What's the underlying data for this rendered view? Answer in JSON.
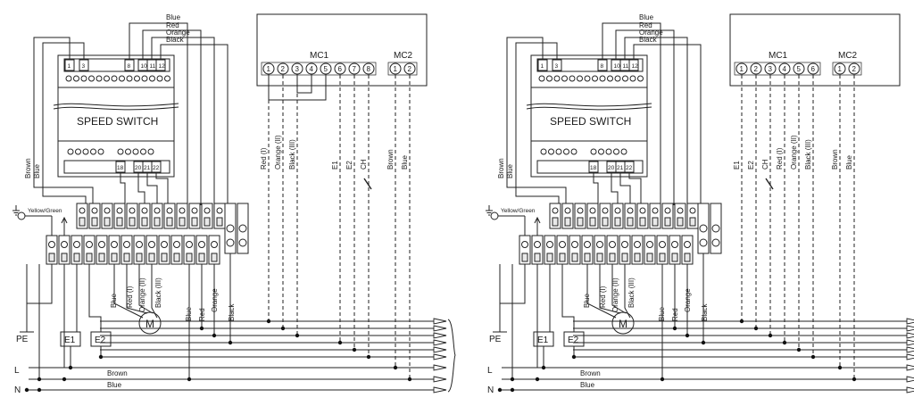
{
  "diagrams": [
    {
      "speed_switch_label": "SPEED SWITCH",
      "top_terminals": [
        "1",
        "3",
        "8",
        "10",
        "11",
        "12"
      ],
      "bottom_terminals": [
        "18",
        "20",
        "21",
        "22"
      ],
      "top_wire_labels": [
        "Blue",
        "Red",
        "Orange",
        "Black"
      ],
      "left_wire_labels": [
        "Brown",
        "Blue"
      ],
      "earth_label": "Yellow/Green",
      "mc1_label": "MC1",
      "mc2_label": "MC2",
      "mc1_terminals": [
        "1",
        "2",
        "3",
        "4",
        "5",
        "6",
        "7",
        "8"
      ],
      "mc2_terminals": [
        "1",
        "2"
      ],
      "mc_vertical_labels": [
        "Red (I)",
        "Orange (II)",
        "Black (III)",
        "E1",
        "E2",
        "CH",
        "Brown",
        "Blue"
      ],
      "motor_wire_labels": [
        "Blue",
        "Red (I)",
        "Orange (II)",
        "Black (III)"
      ],
      "motor_symbol": "M",
      "bottom_vertical_labels": [
        "Blue",
        "Red",
        "Orange",
        "Black"
      ],
      "heater_labels": [
        "E1",
        "E2"
      ],
      "pe_label": "PE",
      "l_label": "L",
      "n_label": "N",
      "bus_labels": [
        "Brown",
        "Blue"
      ]
    },
    {
      "speed_switch_label": "SPEED SWITCH",
      "top_terminals": [
        "1",
        "3",
        "8",
        "10",
        "11",
        "12"
      ],
      "bottom_terminals": [
        "18",
        "20",
        "21",
        "22"
      ],
      "top_wire_labels": [
        "Blue",
        "Red",
        "Orange",
        "Black"
      ],
      "left_wire_labels": [
        "Brown",
        "Blue"
      ],
      "earth_label": "Yellow/Green",
      "mc1_label": "MC1",
      "mc2_label": "MC2",
      "mc1_terminals": [
        "1",
        "2",
        "3",
        "4",
        "5",
        "6"
      ],
      "mc2_terminals": [
        "1",
        "2"
      ],
      "mc_vertical_labels": [
        "E1",
        "E2",
        "CH",
        "Red (I)",
        "Orange (II)",
        "Black (III)",
        "Brown",
        "Blue"
      ],
      "motor_wire_labels": [
        "Blue",
        "Red (I)",
        "Orange (II)",
        "Black (III)"
      ],
      "motor_symbol": "M",
      "bottom_vertical_labels": [
        "Blue",
        "Red",
        "Orange",
        "Black"
      ],
      "heater_labels": [
        "E1",
        "E2"
      ],
      "pe_label": "PE",
      "l_label": "L",
      "n_label": "N",
      "bus_labels": [
        "Brown",
        "Blue"
      ]
    }
  ]
}
